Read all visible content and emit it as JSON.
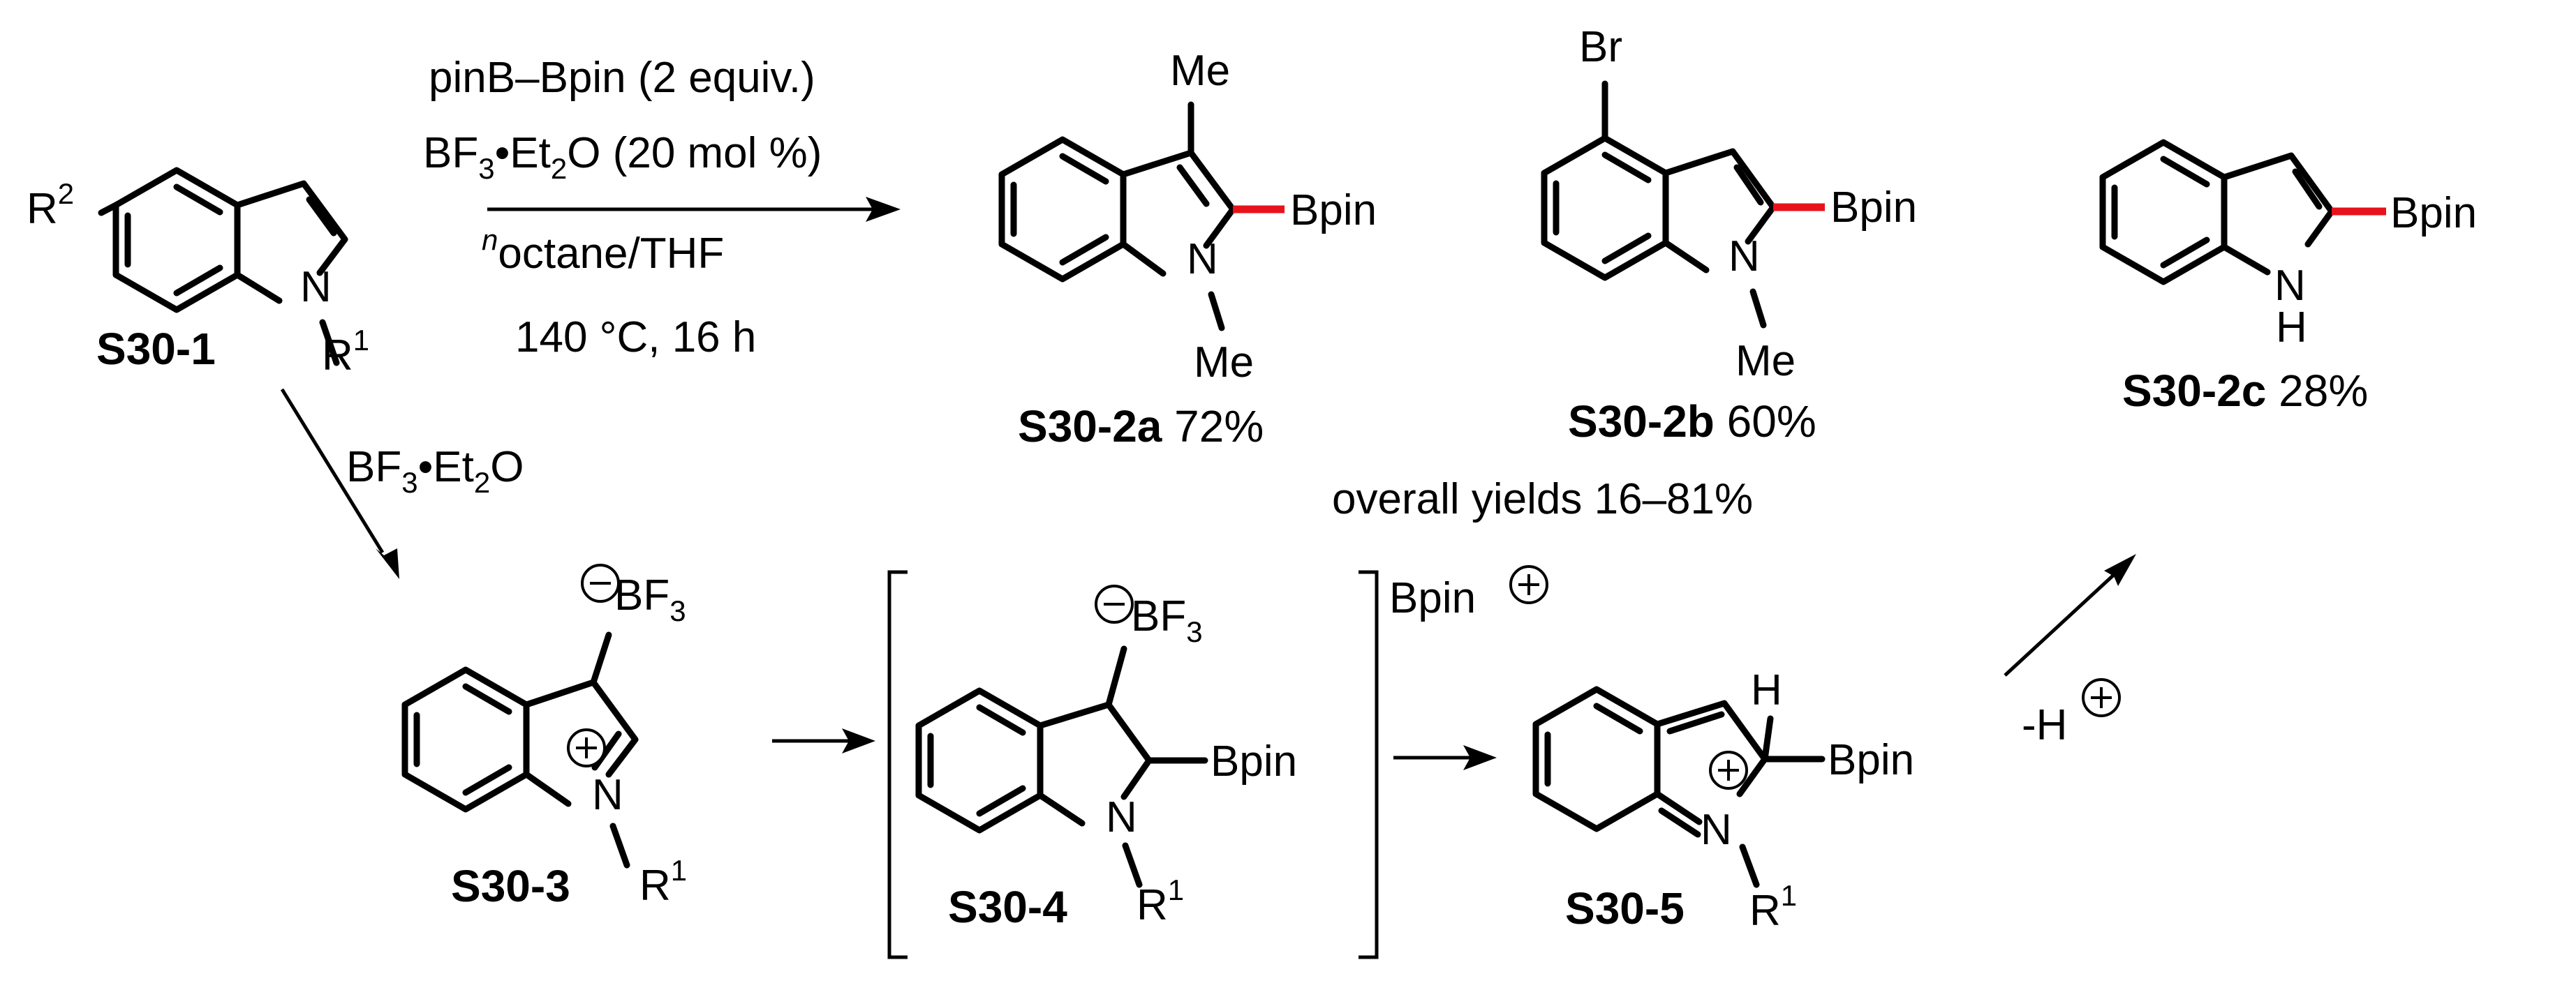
{
  "reaction": {
    "reagent_line1": "pinB–Bpin (2 equiv.)",
    "reagent_line2_a": "BF",
    "reagent_line2_sub": "3",
    "reagent_line2_b": "•Et",
    "reagent_line2_sub2": "2",
    "reagent_line2_c": "O (20 mol %)",
    "solvent_sup": "n",
    "solvent": "octane/THF",
    "conditions": "140 °C, 16 h",
    "lewis_acid_a": "BF",
    "lewis_acid_sub": "3",
    "lewis_acid_b": "•Et",
    "lewis_acid_sub2": "2",
    "lewis_acid_c": "O",
    "deprotonation": "-H",
    "overall_yields": "overall yields 16–81%"
  },
  "atoms": {
    "N": "N",
    "NH_H": "H",
    "R": "R",
    "R1_sup": "1",
    "R2_sup": "2",
    "Me": "Me",
    "Br": "Br",
    "Bpin": "Bpin",
    "H": "H",
    "BF": "BF",
    "BF_sub": "3"
  },
  "compounds": {
    "s30_1": {
      "id": "S30-1"
    },
    "s30_2a": {
      "id": "S30-2a",
      "yield": "72%"
    },
    "s30_2b": {
      "id": "S30-2b",
      "yield": "60%"
    },
    "s30_2c": {
      "id": "S30-2c",
      "yield": "28%"
    },
    "s30_3": {
      "id": "S30-3"
    },
    "s30_4": {
      "id": "S30-4"
    },
    "s30_5": {
      "id": "S30-5"
    }
  },
  "colors": {
    "new_bond": "#e8121b",
    "ink": "#000000"
  }
}
